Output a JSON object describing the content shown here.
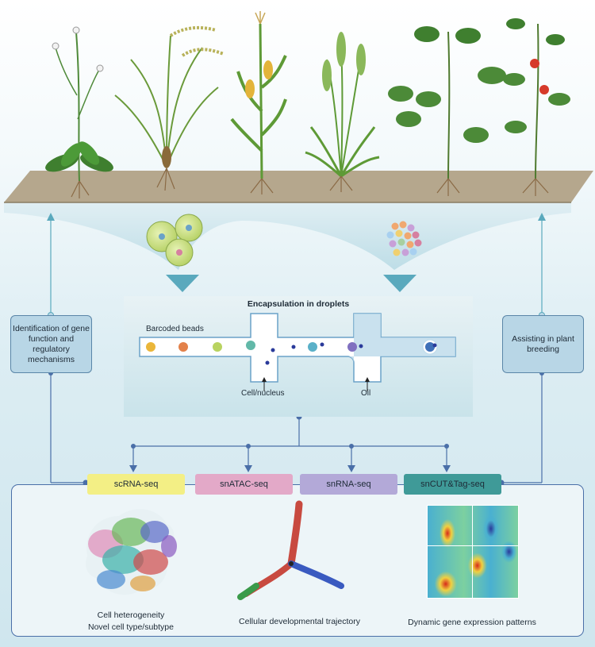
{
  "left_box": {
    "text": "Identification of gene function and regulatory mechanisms"
  },
  "right_box": {
    "text": "Assisting in plant breeding"
  },
  "encapsulation": {
    "title": "Encapsulation in droplets",
    "beads_label": "Barcoded beads",
    "cell_label": "Cell/nucleus",
    "oil_label": "Oil"
  },
  "techniques": [
    {
      "label": "scRNA-seq",
      "color": "#f3ef85"
    },
    {
      "label": "snATAC-seq",
      "color": "#e3a9c8"
    },
    {
      "label": "snRNA-seq",
      "color": "#b3a9d8"
    },
    {
      "label": "snCUT&Tag-seq",
      "color": "#3f9a98"
    }
  ],
  "captions": {
    "c1_line1": "Cell heterogeneity",
    "c1_line2": "Novel cell type/subtype",
    "c2": "Cellular developmental trajectory",
    "c3": "Dynamic gene expression patterns"
  },
  "colors": {
    "line": "#4a6fa8",
    "arrow": "#5aa9bd",
    "soil": "#b5a78d"
  }
}
